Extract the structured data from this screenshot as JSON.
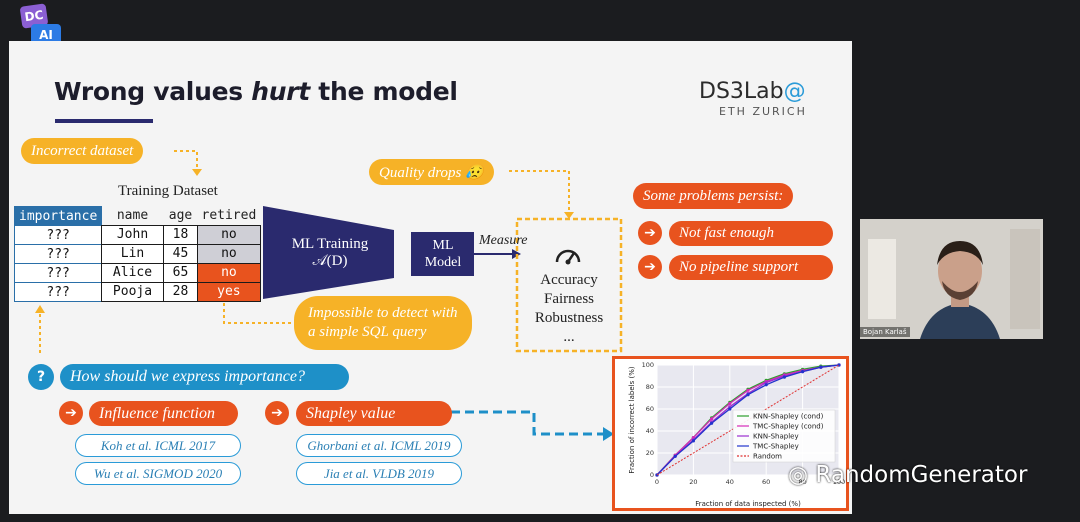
{
  "logo": {
    "top": "DC",
    "bottom": "AI"
  },
  "slide": {
    "title_prefix": "Wrong values ",
    "title_em": "hurt",
    "title_suffix": " the model",
    "brand": "DS3Lab",
    "brand_at": "@",
    "brand_sub": "ETH ZURICH",
    "incorrect_dataset": "Incorrect dataset",
    "quality_drops": "Quality drops 😥",
    "training_dataset": "Training Dataset",
    "importance_header": "importance",
    "importance_values": [
      "???",
      "???",
      "???",
      "???"
    ],
    "columns": [
      "name",
      "age",
      "retired"
    ],
    "rows": [
      [
        "John",
        "18",
        "no"
      ],
      [
        "Lin",
        "45",
        "no"
      ],
      [
        "Alice",
        "65",
        "no"
      ],
      [
        "Pooja",
        "28",
        "yes"
      ]
    ],
    "ml_training": "ML Training",
    "ml_training_sub": "𝒜(D)",
    "ml_model": "ML Model",
    "measure": "Measure",
    "metrics": [
      "Accuracy",
      "Fairness",
      "Robustness",
      "..."
    ],
    "impossible_1": "Impossible to detect with",
    "impossible_2": "a simple SQL query",
    "some_problems": "Some problems persist:",
    "not_fast": "Not fast enough",
    "no_pipeline": "No pipeline support",
    "question_mark": "?",
    "how_express": "How should we express importance?",
    "influence": "Influence function",
    "shapley": "Shapley value",
    "refs_left": [
      "Koh et al. ICML 2017",
      "Wu et al. SIGMOD 2020"
    ],
    "refs_right": [
      "Ghorbani et al. ICML 2019",
      "Jia et al. VLDB 2019"
    ]
  },
  "chart_data": {
    "type": "line",
    "xlabel": "Fraction of data inspected (%)",
    "ylabel": "Fraction of incorrect labels (%)",
    "xlim": [
      0,
      100
    ],
    "ylim": [
      0,
      100
    ],
    "xticks": [
      "0",
      "20",
      "40",
      "60",
      "80",
      "100"
    ],
    "yticks": [
      "0",
      "20",
      "40",
      "60",
      "80",
      "100"
    ],
    "grid": true,
    "legend_position": "bottom-right",
    "x": [
      0,
      10,
      20,
      30,
      40,
      50,
      60,
      70,
      80,
      90,
      100
    ],
    "series": [
      {
        "name": "KNN-Shapley (cond)",
        "color": "#2ca02c",
        "values": [
          0,
          18,
          34,
          52,
          66,
          78,
          86,
          92,
          96,
          99,
          100
        ]
      },
      {
        "name": "TMC-Shapley (cond)",
        "color": "#d62ab8",
        "values": [
          0,
          18,
          34,
          51,
          65,
          77,
          85,
          91,
          95,
          98,
          100
        ]
      },
      {
        "name": "KNN-Shapley",
        "color": "#9b2fd0",
        "values": [
          0,
          17,
          32,
          48,
          62,
          74,
          84,
          90,
          94,
          98,
          100
        ]
      },
      {
        "name": "TMC-Shapley",
        "color": "#2233cc",
        "values": [
          0,
          17,
          31,
          47,
          60,
          73,
          82,
          89,
          94,
          98,
          100
        ]
      },
      {
        "name": "Random",
        "color": "#e03030",
        "dashed": true,
        "values": [
          0,
          10,
          20,
          30,
          40,
          50,
          60,
          70,
          80,
          90,
          100
        ]
      }
    ],
    "colors": {
      "frame": "#e8531e",
      "grid_bg": "#e8e8f0"
    }
  },
  "webcam": {
    "name": "Bojan Karlaš"
  },
  "watermark": "RandomGenerator",
  "watermark_icon": "wechat-icon"
}
